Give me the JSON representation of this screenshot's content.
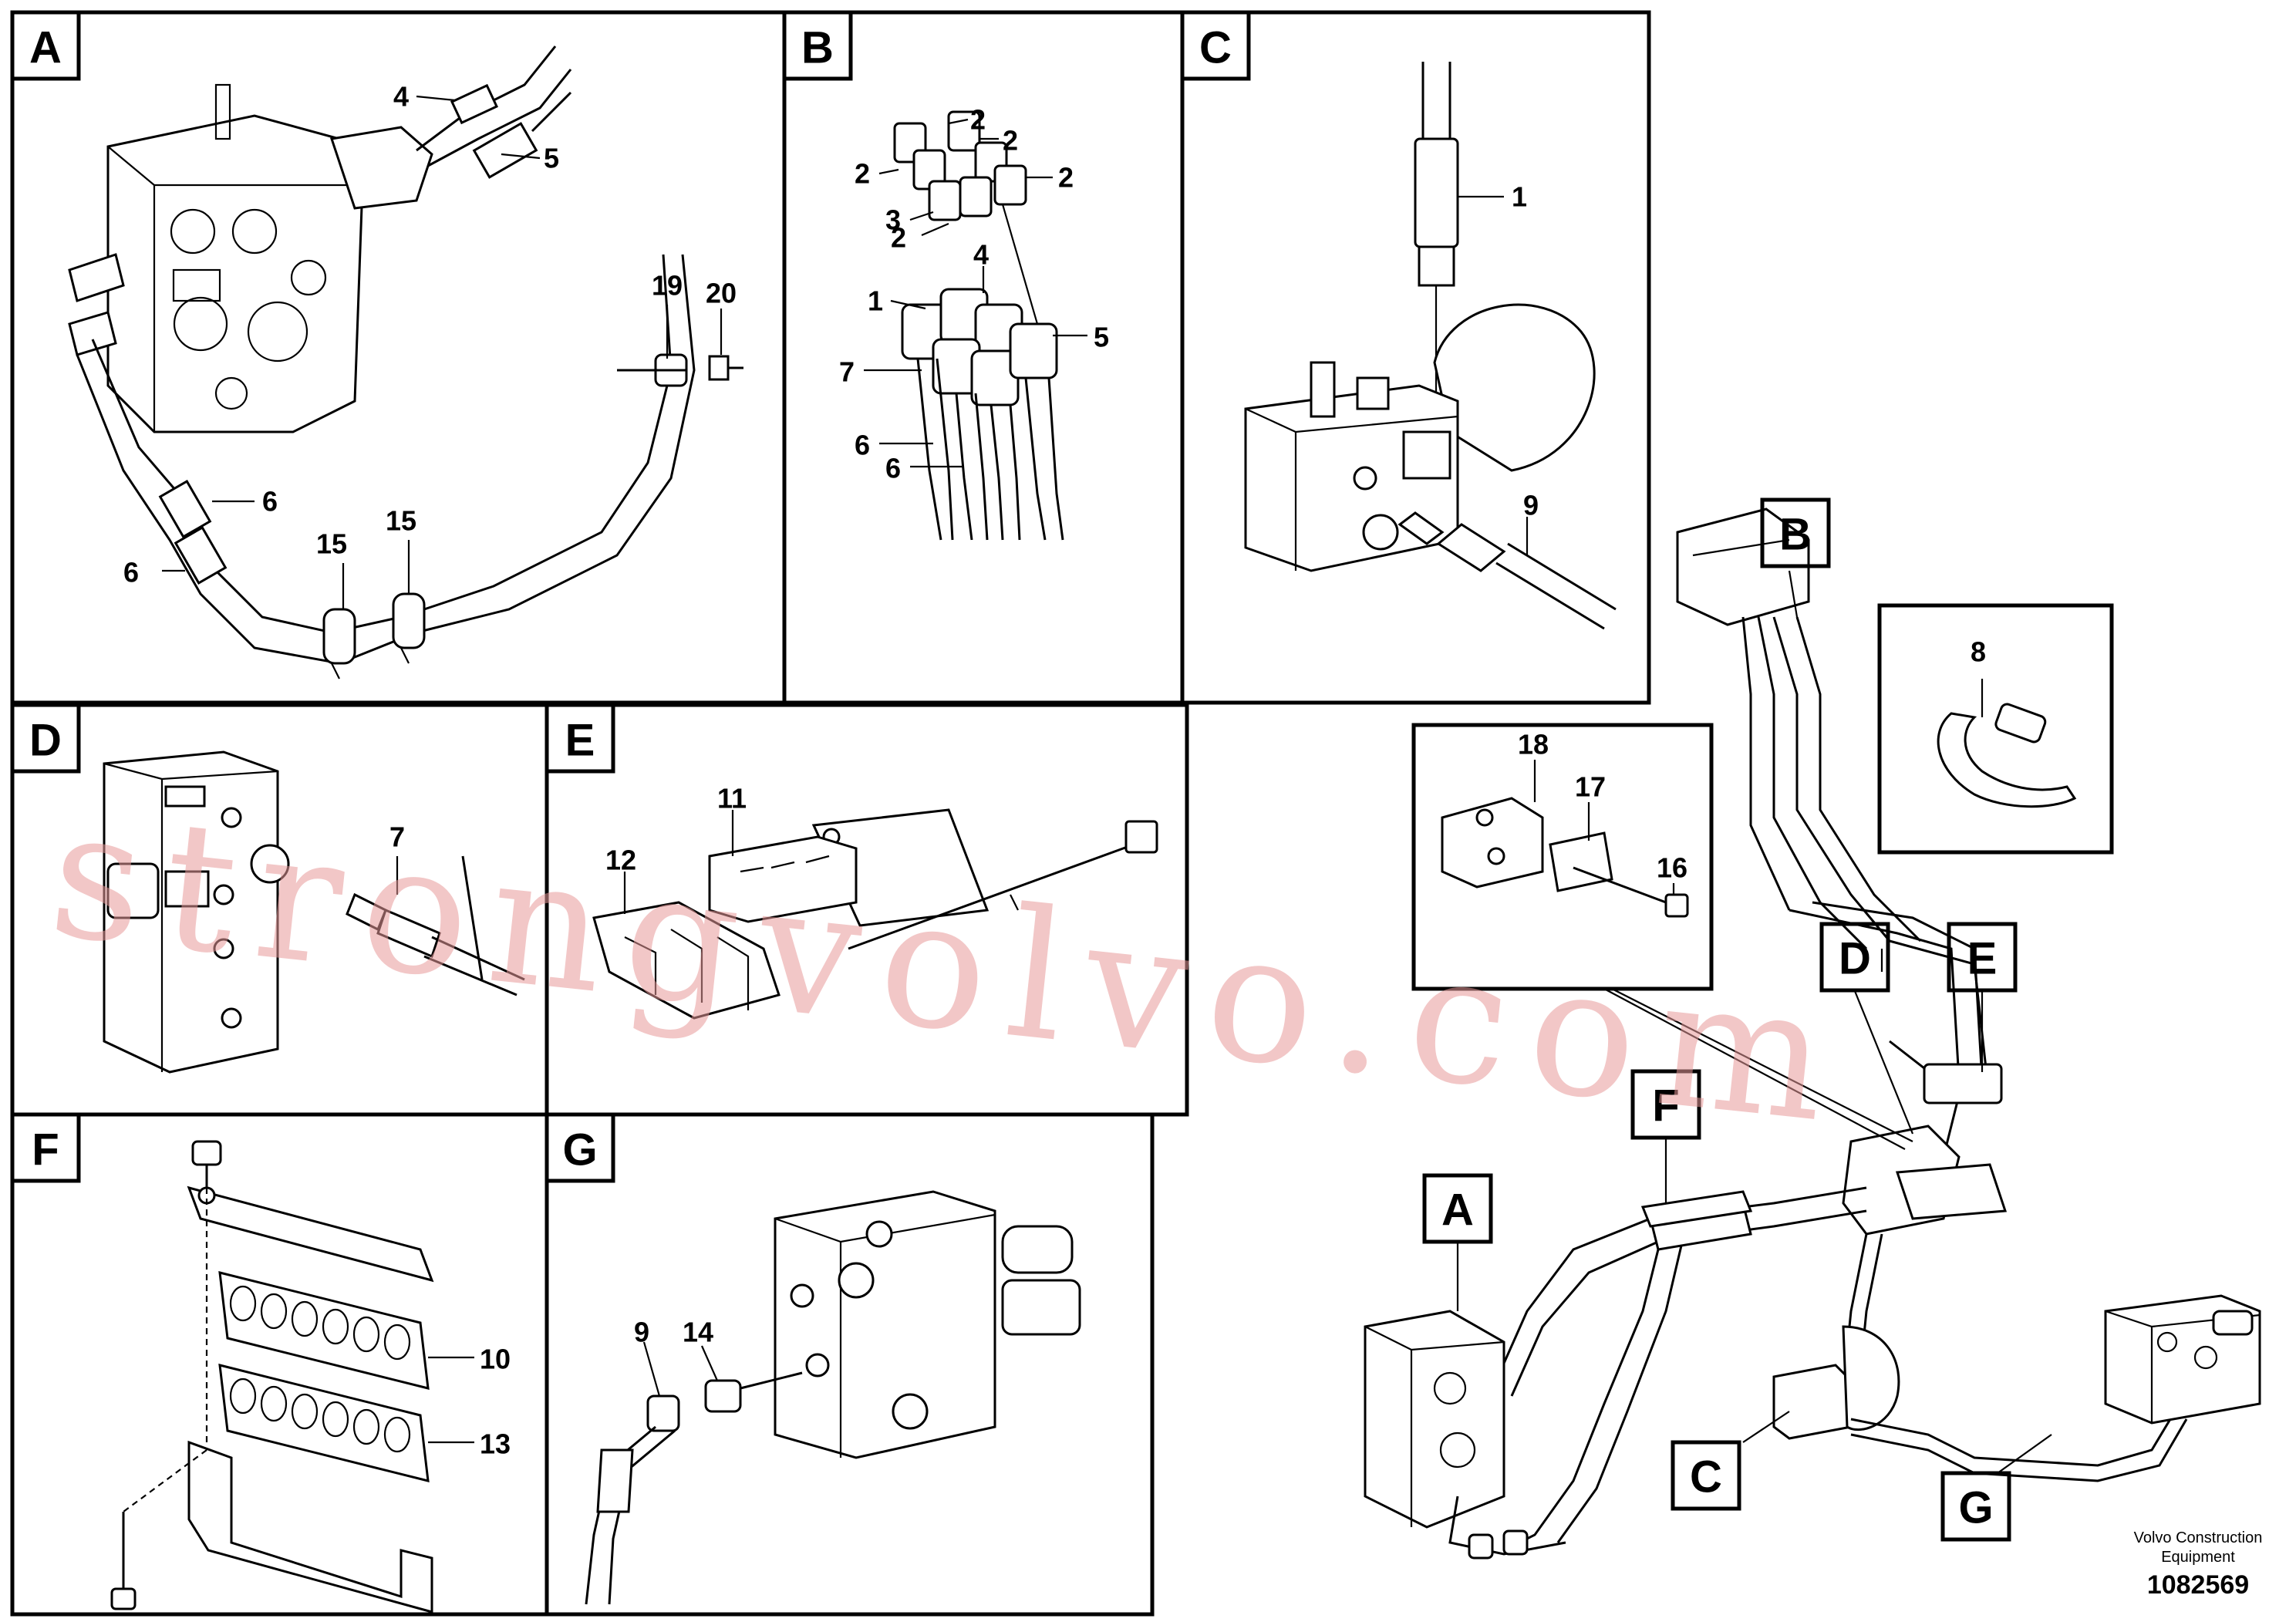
{
  "panels": [
    {
      "id": "A",
      "label": "A"
    },
    {
      "id": "B",
      "label": "B"
    },
    {
      "id": "C",
      "label": "C"
    },
    {
      "id": "D",
      "label": "D"
    },
    {
      "id": "E",
      "label": "E"
    },
    {
      "id": "F",
      "label": "F"
    },
    {
      "id": "G",
      "label": "G"
    }
  ],
  "overview_labels": {
    "A": "A",
    "B": "B",
    "C": "C",
    "D": "D",
    "E": "E",
    "F": "F",
    "G": "G"
  },
  "callouts": {
    "a_4": "4",
    "a_5": "5",
    "a_19": "19",
    "a_20": "20",
    "a_6a": "6",
    "a_6b": "6",
    "a_15a": "15",
    "a_15b": "15",
    "b_2a": "2",
    "b_2b": "2",
    "b_2c": "2",
    "b_2d": "2",
    "b_2e": "2",
    "b_3": "3",
    "b_1": "1",
    "b_4": "4",
    "b_5": "5",
    "b_7": "7",
    "b_6a": "6",
    "b_6b": "6",
    "c_1": "1",
    "c_9": "9",
    "d_7": "7",
    "e_11": "11",
    "e_12": "12",
    "f_10": "10",
    "f_13": "13",
    "g_9": "9",
    "g_14": "14",
    "o_8": "8",
    "o_18": "18",
    "o_17": "17",
    "o_16": "16"
  },
  "watermark": "strongvolvo.com",
  "credit": {
    "line1": "Volvo Construction",
    "line2": "Equipment",
    "doc_number": "1082569"
  }
}
